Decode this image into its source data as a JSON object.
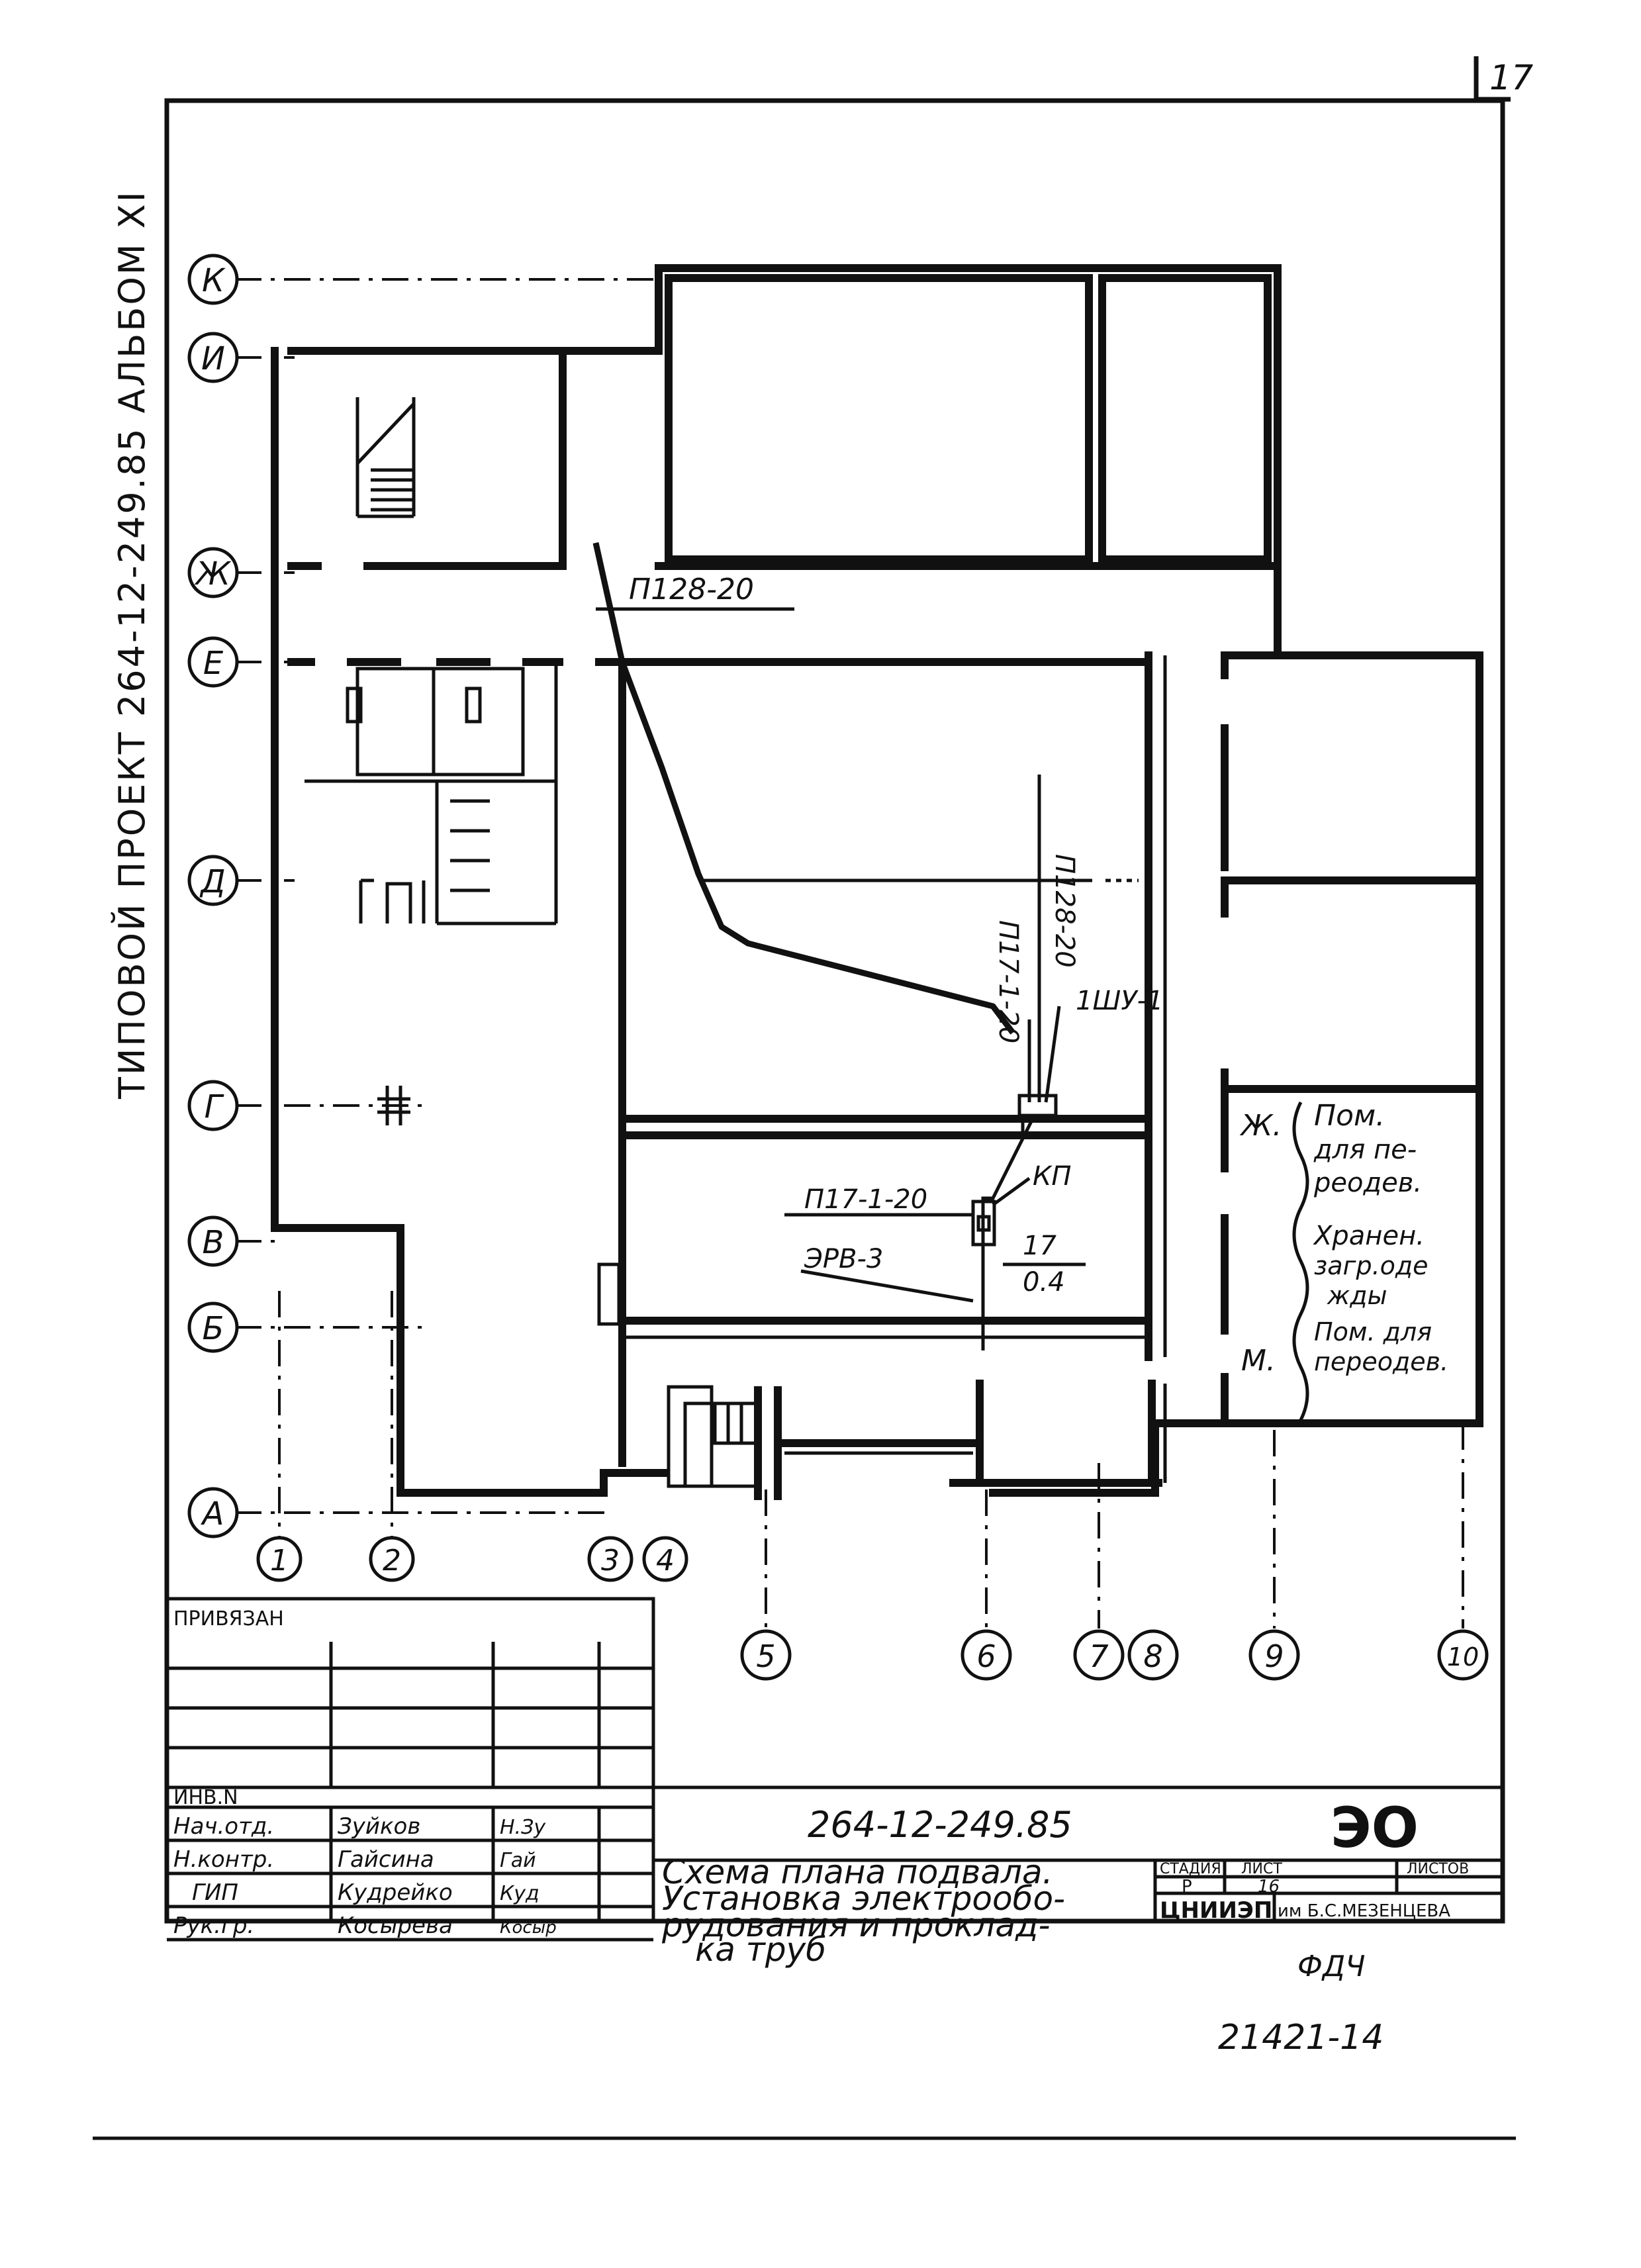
{
  "sheet": {
    "sheet_corner_number": "17",
    "side_title": "ТИПОВОЙ  ПРОЕКТ 264-12-249.85 АЛЬБОМ XI"
  },
  "plan": {
    "row_axes": [
      "К",
      "И",
      "Ж",
      "Е",
      "Д",
      "Г",
      "В",
      "Б",
      "А"
    ],
    "column_axes_row1": [
      "1",
      "2",
      "3",
      "4"
    ],
    "column_axes_row2": [
      "5",
      "6",
      "7",
      "8",
      "9",
      "10"
    ],
    "cable_labels": {
      "p128_20_top": "П128-20",
      "p128_20_vertical": "П128-20",
      "p17_1_20_vertical": "П17-1-20",
      "shu": "1ШУ-1",
      "kp": "КП",
      "p17_1_20": "П17-1-20",
      "era3": "ЭРВ-3",
      "fraction_num": "17",
      "fraction_den": "0.4"
    },
    "room_letters": {
      "zh": "Ж.",
      "m": "М."
    },
    "room_notes": {
      "line1": "Пом.",
      "line2": "для пе-",
      "line3": "реодев.",
      "line4": "Хранен.",
      "line5": "загр.оде",
      "line6": "жды",
      "line7": "Пом. для",
      "line8": "переодев."
    }
  },
  "stamp": {
    "privyazan": "ПРИВЯЗАН",
    "inv_no": "ИНВ.N",
    "code": "264-12-249.85",
    "sheet_mark": "ЭО",
    "title_line1": "Схема плана подвала.",
    "title_line2": "Установка электрообо-",
    "title_line3": "рудования и проклад-",
    "title_line4": "ка труб",
    "headers": {
      "stage": "СТАДИЯ",
      "sheet": "ЛИСТ",
      "sheets": "ЛИСТОВ"
    },
    "values": {
      "stage": "Р",
      "sheet": "16",
      "sheets": ""
    },
    "org_logo": "ЦНИИЭП",
    "org_name": "им Б.С.МЕЗЕНЦЕВА",
    "people": [
      {
        "role": "Нач.отд.",
        "name": "Зуйков"
      },
      {
        "role": "Н.контр.",
        "name": "Гайсина"
      },
      {
        "role": "ГИП",
        "name": "Кудрейко"
      },
      {
        "role": "Рук.гр.",
        "name": "Косырева"
      }
    ],
    "signatures": [
      "Н.Зу",
      "Гай",
      "Куд",
      "Косыр"
    ],
    "below_code1": "ФДЧ",
    "below_code2": "21421-14"
  }
}
